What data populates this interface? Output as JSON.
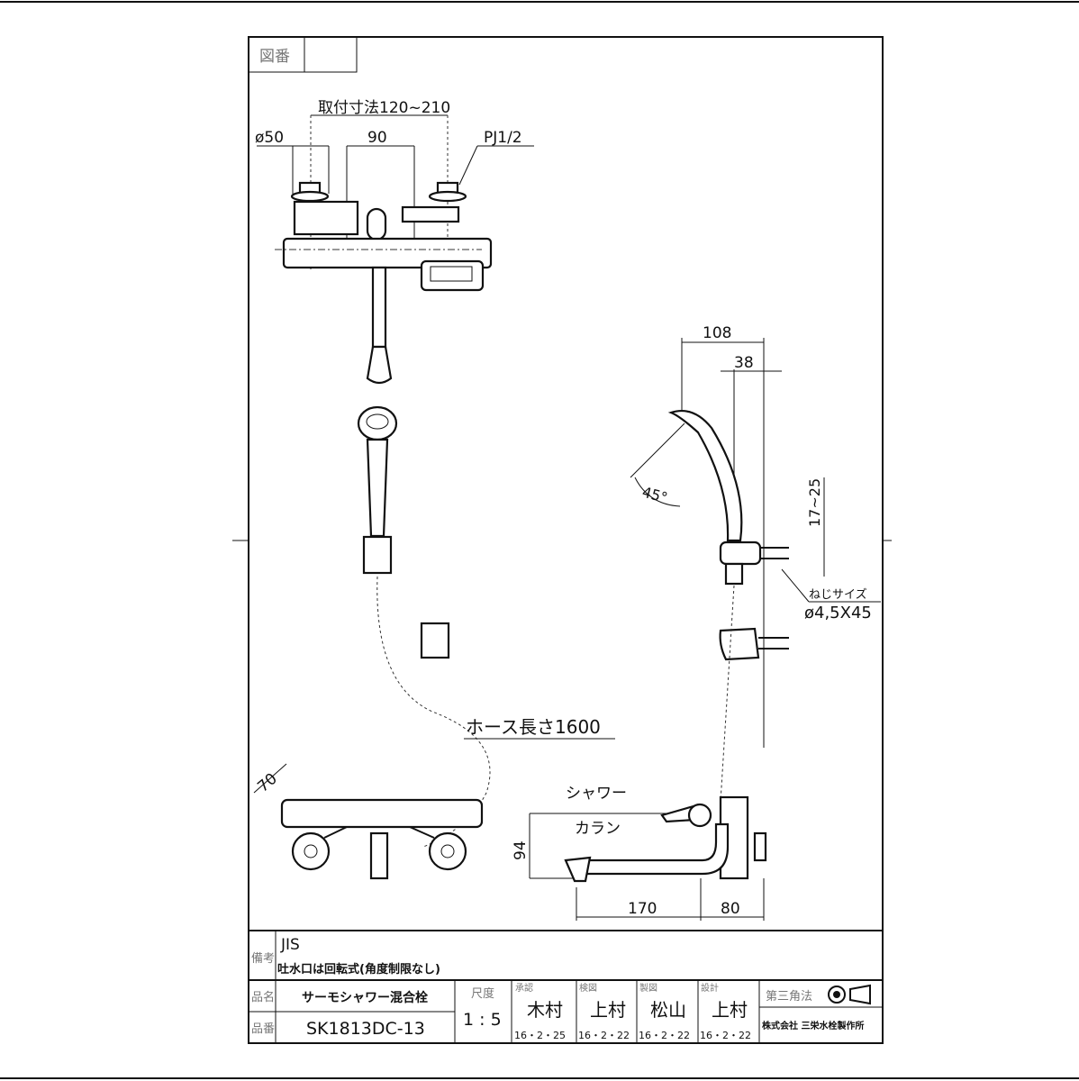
{
  "header": {
    "drawing_no_label": "図番",
    "drawing_no_value": ""
  },
  "dimensions": {
    "mount_pitch": "取付寸法120~210",
    "diameter": "ø50",
    "center": "90",
    "pipe_thread": "PJ1/2",
    "holder_depth": "108",
    "holder_offset": "38",
    "angle": "45°",
    "screw_range": "17~25",
    "screw_size_label": "ねじサイズ",
    "screw_size": "ø4,5X45",
    "hose_length": "ホース長さ1600",
    "body_depth": "70",
    "height": "94",
    "spout_length": "170",
    "wall_offset": "80",
    "shower_label": "シャワー",
    "spout_label": "カラン"
  },
  "title_block": {
    "remarks_label": "備考",
    "remarks": [
      "JIS",
      "吐水口は回転式(角度制限なし)"
    ],
    "name_label": "品名",
    "name": "サーモシャワー混合栓",
    "number_label": "品番",
    "number": "SK1813DC-13",
    "scale_label": "尺度",
    "scale": "1 : 5",
    "signoffs": [
      {
        "role": "承認",
        "name": "木村",
        "date": "16・2・25"
      },
      {
        "role": "検図",
        "name": "上村",
        "date": "16・2・22"
      },
      {
        "role": "製図",
        "name": "松山",
        "date": "16・2・22"
      },
      {
        "role": "設計",
        "name": "上村",
        "date": "16・2・22"
      }
    ],
    "projection": "第三角法",
    "company": "株式会社 三栄水栓製作所"
  }
}
